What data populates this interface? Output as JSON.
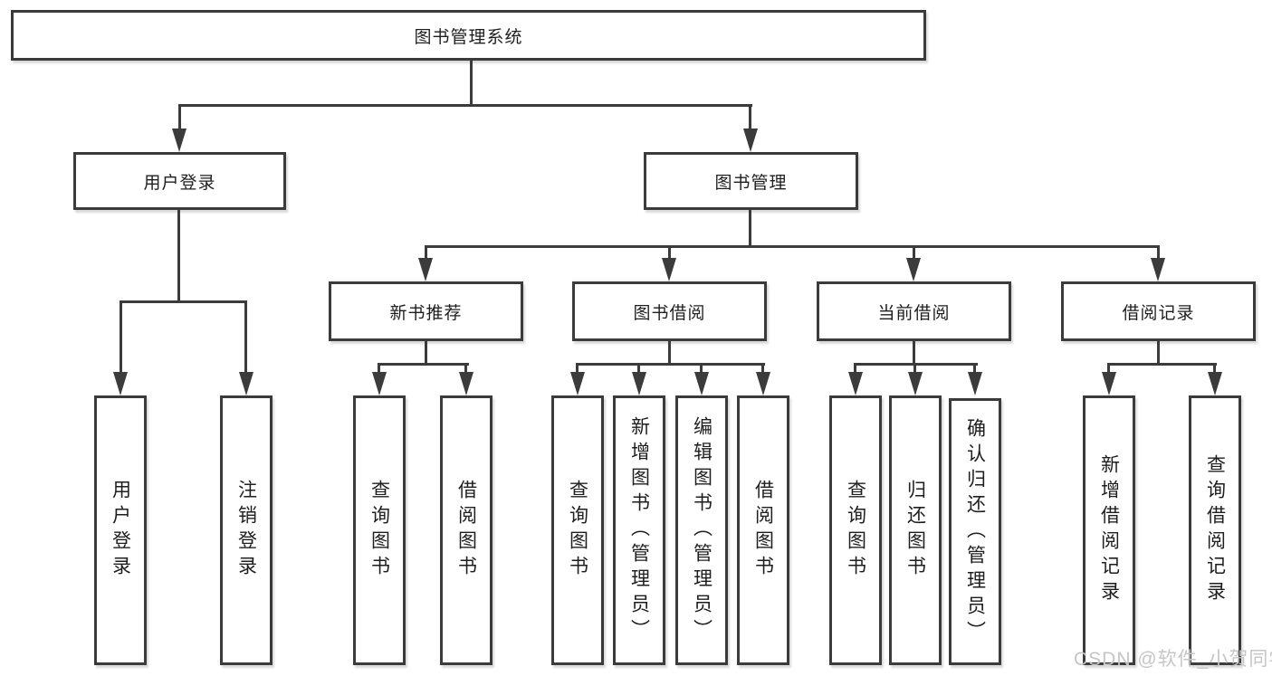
{
  "nodes": {
    "root": {
      "label": "图书管理系统"
    },
    "level2": [
      {
        "label": "用户登录"
      },
      {
        "label": "图书管理"
      }
    ],
    "level3": [
      {
        "label": "新书推荐"
      },
      {
        "label": "图书借阅"
      },
      {
        "label": "当前借阅"
      },
      {
        "label": "借阅记录"
      }
    ],
    "leaves": [
      {
        "label": "用户登录"
      },
      {
        "label": "注销登录"
      },
      {
        "label": "查询图书"
      },
      {
        "label": "借阅图书"
      },
      {
        "label": "查询图书"
      },
      {
        "label": "新增图书（管理员）"
      },
      {
        "label": "编辑图书（管理员）"
      },
      {
        "label": "借阅图书"
      },
      {
        "label": "查询图书"
      },
      {
        "label": "归还图书"
      },
      {
        "label": "确认归还（管理员）"
      },
      {
        "label": "新增借阅记录"
      },
      {
        "label": "查询借阅记录"
      }
    ]
  },
  "watermark": {
    "text": "CSDN @软件_小贺同学"
  },
  "colors": {
    "line": "#3b3b3b",
    "text": "#1e1e1e",
    "background": "#ffffff",
    "watermark": "#c6c6c6"
  }
}
